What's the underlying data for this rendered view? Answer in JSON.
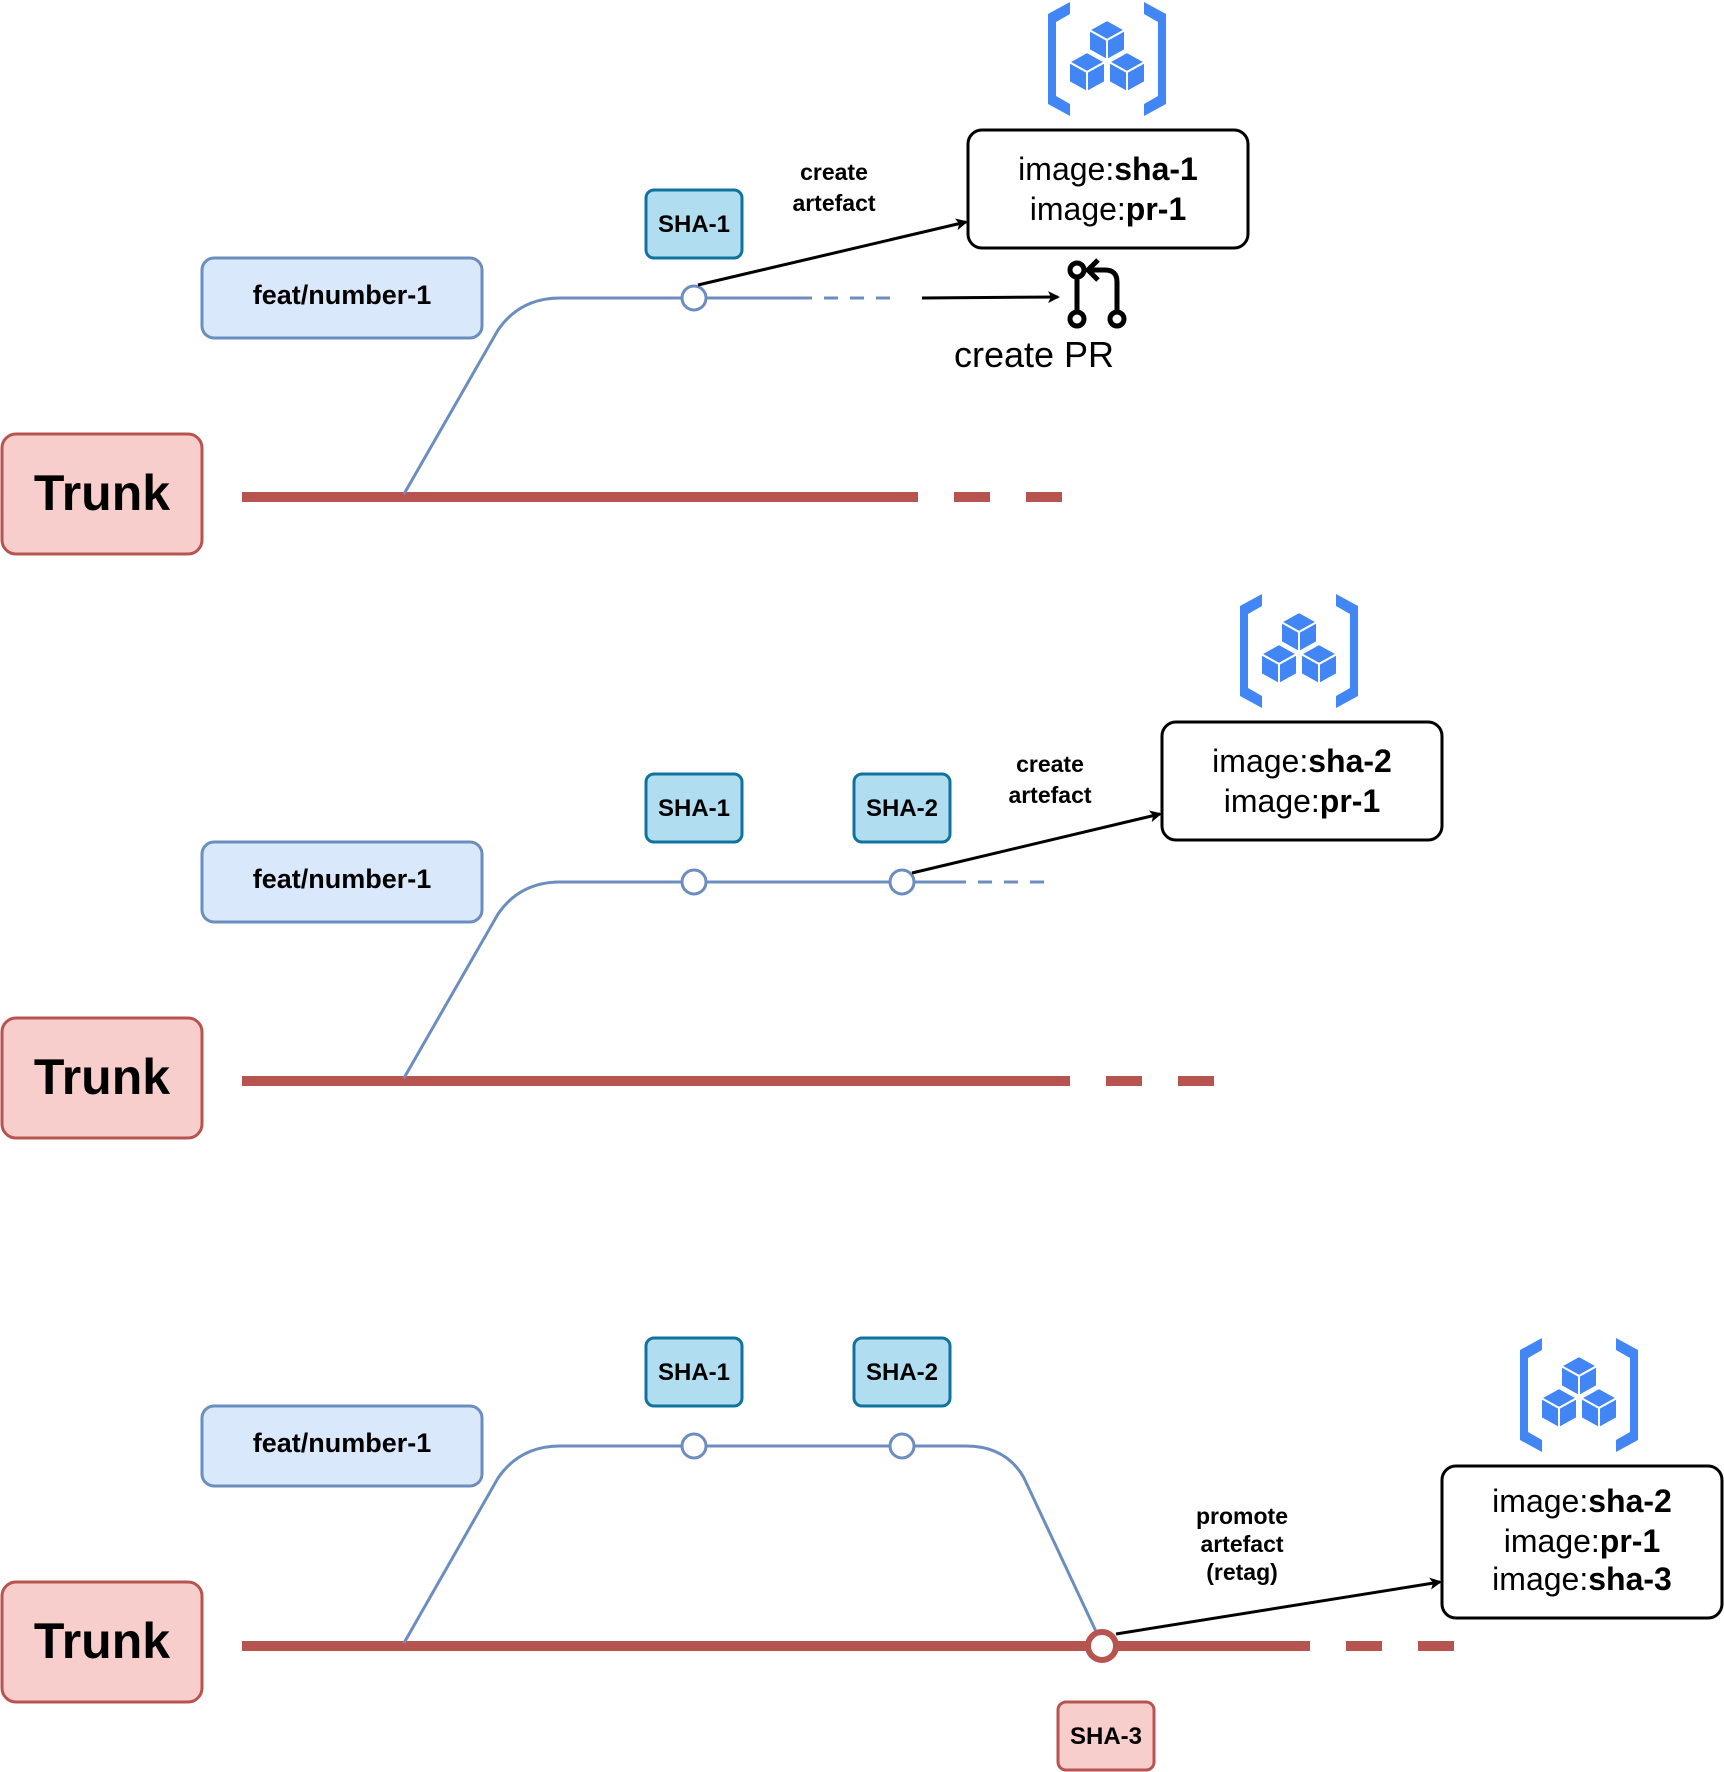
{
  "colors": {
    "trunk": "#b85450",
    "trunk_fill": "#f8cecc",
    "branch": "#6c8ebf",
    "branch_fill": "#dae8fc",
    "sha_stroke": "#10739e",
    "sha_fill": "#b1ddf0",
    "registry_icon": "#4285f4"
  },
  "panels": [
    {
      "trunk_label": "Trunk",
      "branch_label": "feat/number-1",
      "commits": [
        "SHA-1"
      ],
      "action_label_line1": "create",
      "action_label_line2": "artefact",
      "image_tags": [
        {
          "prefix": "image:",
          "tag": "sha-1"
        },
        {
          "prefix": "image:",
          "tag": "pr-1"
        }
      ],
      "pr_label": "create PR",
      "registry_icon": "container-registry-icon",
      "pr_icon": "pull-request-icon"
    },
    {
      "trunk_label": "Trunk",
      "branch_label": "feat/number-1",
      "commits": [
        "SHA-1",
        "SHA-2"
      ],
      "action_label_line1": "create",
      "action_label_line2": "artefact",
      "image_tags": [
        {
          "prefix": "image:",
          "tag": "sha-2"
        },
        {
          "prefix": "image:",
          "tag": "pr-1"
        }
      ],
      "registry_icon": "container-registry-icon"
    },
    {
      "trunk_label": "Trunk",
      "branch_label": "feat/number-1",
      "commits": [
        "SHA-1",
        "SHA-2"
      ],
      "merge_commit": "SHA-3",
      "action_label_line1": "promote",
      "action_label_line2": "artefact",
      "action_label_line3": "(retag)",
      "image_tags": [
        {
          "prefix": "image:",
          "tag": "sha-2"
        },
        {
          "prefix": "image:",
          "tag": "pr-1"
        },
        {
          "prefix": "image:",
          "tag": "sha-3"
        }
      ],
      "registry_icon": "container-registry-icon"
    }
  ]
}
